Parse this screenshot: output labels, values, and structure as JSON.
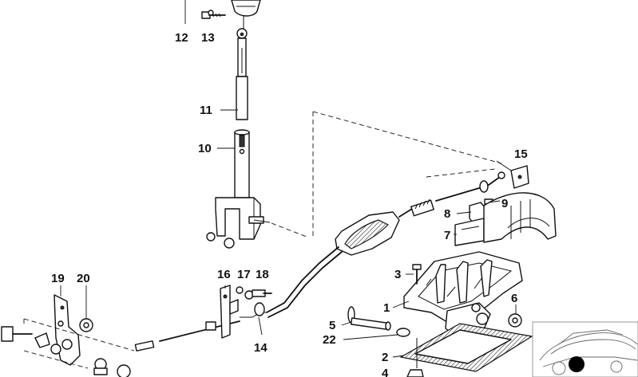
{
  "labels": {
    "l1": "1",
    "l2": "2",
    "l3": "3",
    "l4": "4",
    "l5": "5",
    "l6": "6",
    "l7": "7",
    "l8": "8",
    "l9": "9",
    "l10": "10",
    "l11": "11",
    "l12": "12",
    "l13": "13",
    "l14": "14",
    "l15": "15",
    "l16": "16",
    "l17": "17",
    "l18": "18",
    "l19": "19",
    "l20": "20",
    "l22": "22"
  }
}
